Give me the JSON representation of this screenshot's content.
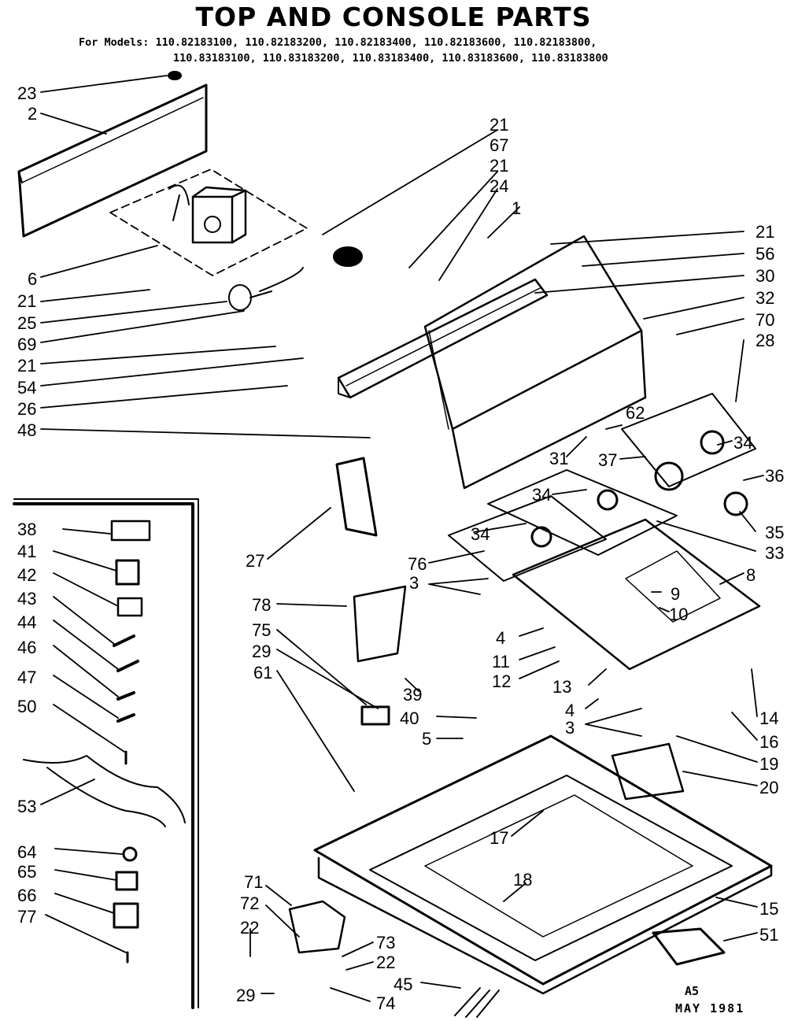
{
  "title": "TOP AND CONSOLE PARTS",
  "models_line_1": "For Models: 110.82183100, 110.82183200, 110.82183400, 110.82183600, 110.82183800,",
  "models_line_2": "110.83183100, 110.83183200, 110.83183400, 110.83183600, 110.83183800",
  "callouts": [
    "23",
    "2",
    "21",
    "67",
    "21",
    "24",
    "1",
    "21",
    "56",
    "30",
    "32",
    "70",
    "28",
    "6",
    "21",
    "25",
    "69",
    "21",
    "54",
    "26",
    "48",
    "62",
    "34",
    "31",
    "37",
    "36",
    "34",
    "35",
    "34",
    "33",
    "27",
    "76",
    "3",
    "8",
    "9",
    "10",
    "78",
    "75",
    "29",
    "61",
    "4",
    "11",
    "12",
    "13",
    "4",
    "3",
    "39",
    "40",
    "5",
    "14",
    "16",
    "19",
    "20",
    "17",
    "18",
    "15",
    "51",
    "71",
    "72",
    "22",
    "73",
    "22",
    "45",
    "29",
    "74",
    "38",
    "41",
    "42",
    "43",
    "44",
    "46",
    "47",
    "50",
    "53",
    "64",
    "65",
    "66",
    "77"
  ],
  "footer_code": "A5",
  "footer_date": "MAY 1981"
}
